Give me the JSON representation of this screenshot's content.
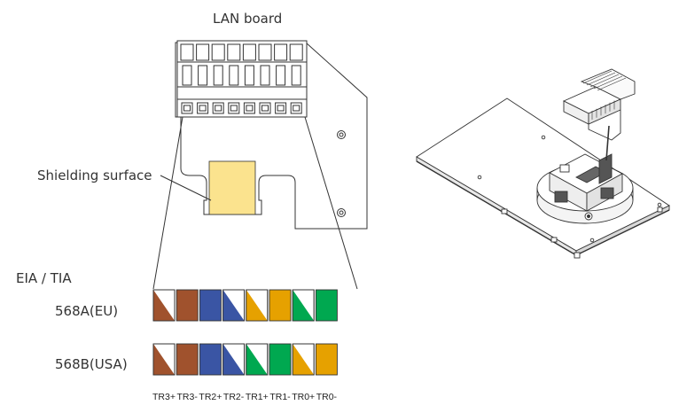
{
  "labels": {
    "lan_board": "LAN board",
    "shielding_surface": "Shielding surface",
    "standard": "EIA / TIA",
    "row_a": "568A(EU)",
    "row_b": "568B(USA)"
  },
  "pins": [
    "TR3+",
    "TR3-",
    "TR2+",
    "TR2-",
    "TR1+",
    "TR1-",
    "TR0+",
    "TR0-"
  ],
  "colors": {
    "brown": "#a0522d",
    "blue": "#3a55a4",
    "orange": "#e6a100",
    "green": "#00a850",
    "shield": "#fbe38e",
    "line": "#333333"
  },
  "wiring": {
    "568A": [
      {
        "color": "brown",
        "striped": true
      },
      {
        "color": "brown",
        "striped": false
      },
      {
        "color": "blue",
        "striped": false
      },
      {
        "color": "blue",
        "striped": true
      },
      {
        "color": "orange",
        "striped": true
      },
      {
        "color": "orange",
        "striped": false
      },
      {
        "color": "green",
        "striped": true
      },
      {
        "color": "green",
        "striped": false
      }
    ],
    "568B": [
      {
        "color": "brown",
        "striped": true
      },
      {
        "color": "brown",
        "striped": false
      },
      {
        "color": "blue",
        "striped": false
      },
      {
        "color": "blue",
        "striped": true
      },
      {
        "color": "green",
        "striped": true
      },
      {
        "color": "green",
        "striped": false
      },
      {
        "color": "orange",
        "striped": true
      },
      {
        "color": "orange",
        "striped": false
      }
    ]
  }
}
